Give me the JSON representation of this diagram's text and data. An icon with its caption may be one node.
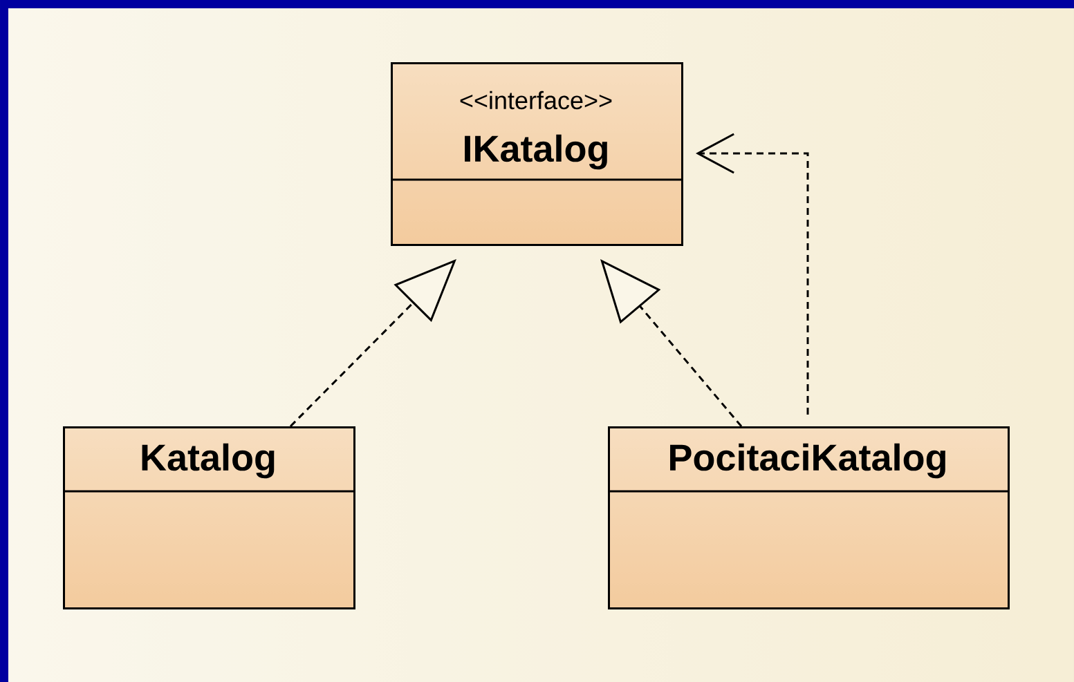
{
  "diagram": {
    "nodes": [
      {
        "text": [
          "<<interface>>",
          "IKatalog"
        ]
      },
      {
        "text": [
          "Katalog"
        ]
      },
      {
        "text": [
          "PocitaciKatalog"
        ]
      }
    ],
    "edges": [
      {
        "from": 1,
        "to": 0,
        "arrow": "to",
        "style": "dashed"
      },
      {
        "from": 2,
        "to": 0,
        "arrow": "to",
        "style": "dashed"
      },
      {
        "from": 2,
        "to": 0,
        "arrow": "to",
        "style": "dashed"
      }
    ]
  }
}
